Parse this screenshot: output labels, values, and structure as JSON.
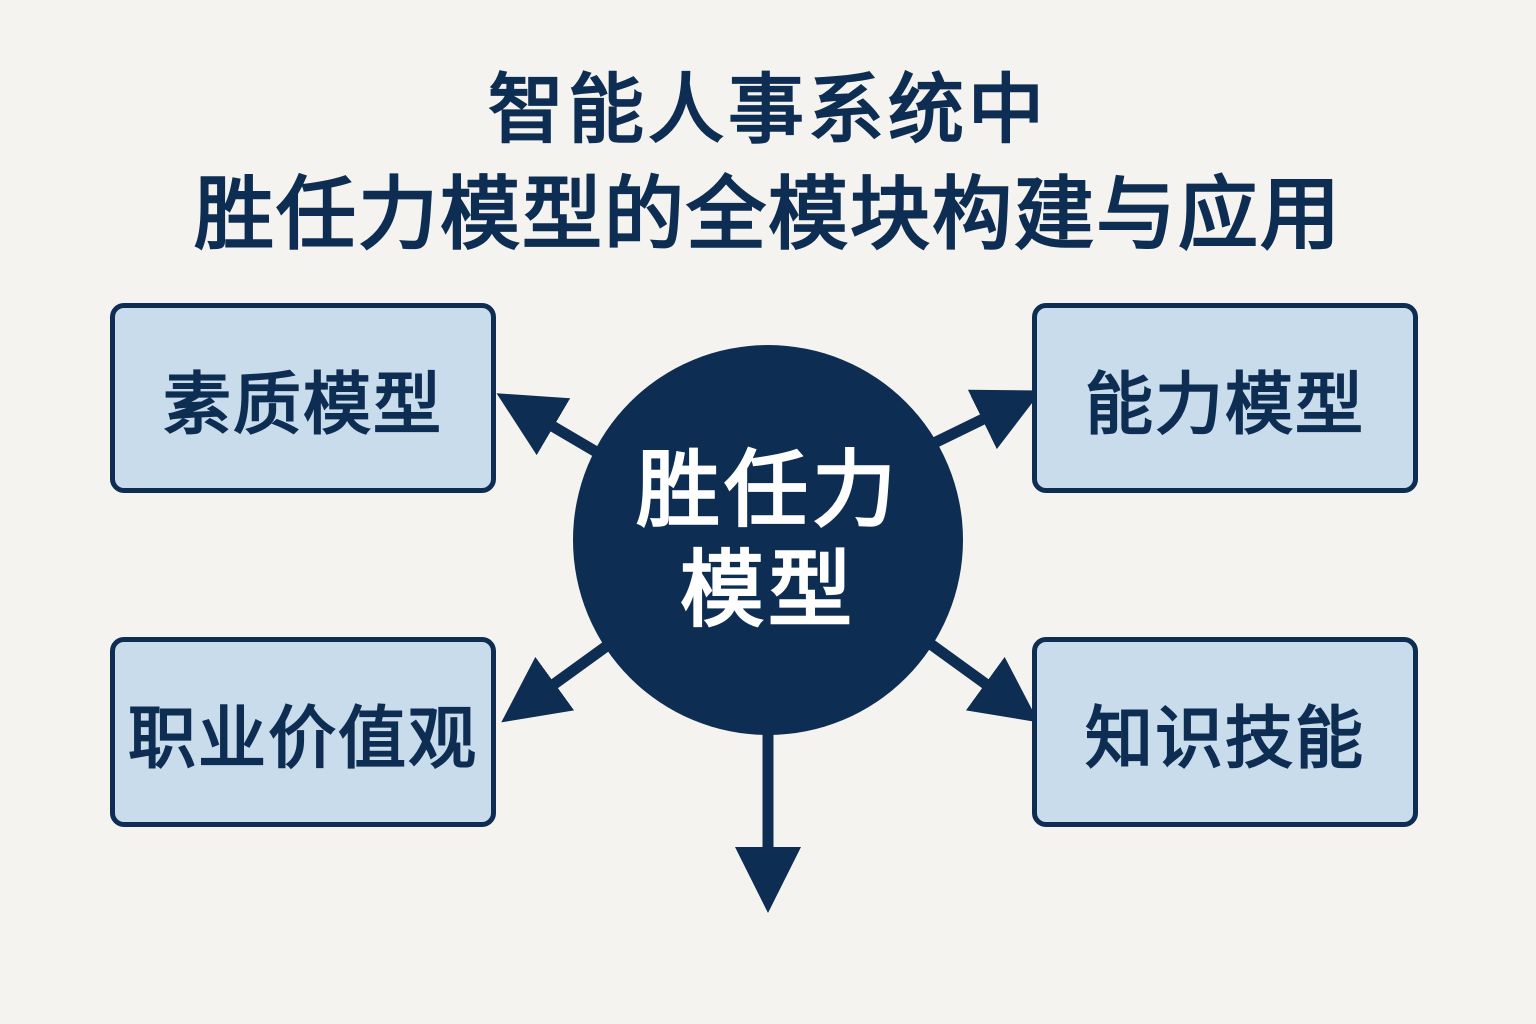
{
  "title": {
    "line1": "智能人事系统中",
    "line2": "胜任力模型的全模块构建与应用"
  },
  "center": {
    "line1": "胜任力",
    "line2": "模型"
  },
  "modules": {
    "top_left": "素质模型",
    "top_right": "能力模型",
    "bottom_left": "职业价值观",
    "bottom_right": "知识技能"
  },
  "colors": {
    "background": "#f5f3ef",
    "navy": "#0e2d52",
    "box_fill": "#c9dcec"
  }
}
